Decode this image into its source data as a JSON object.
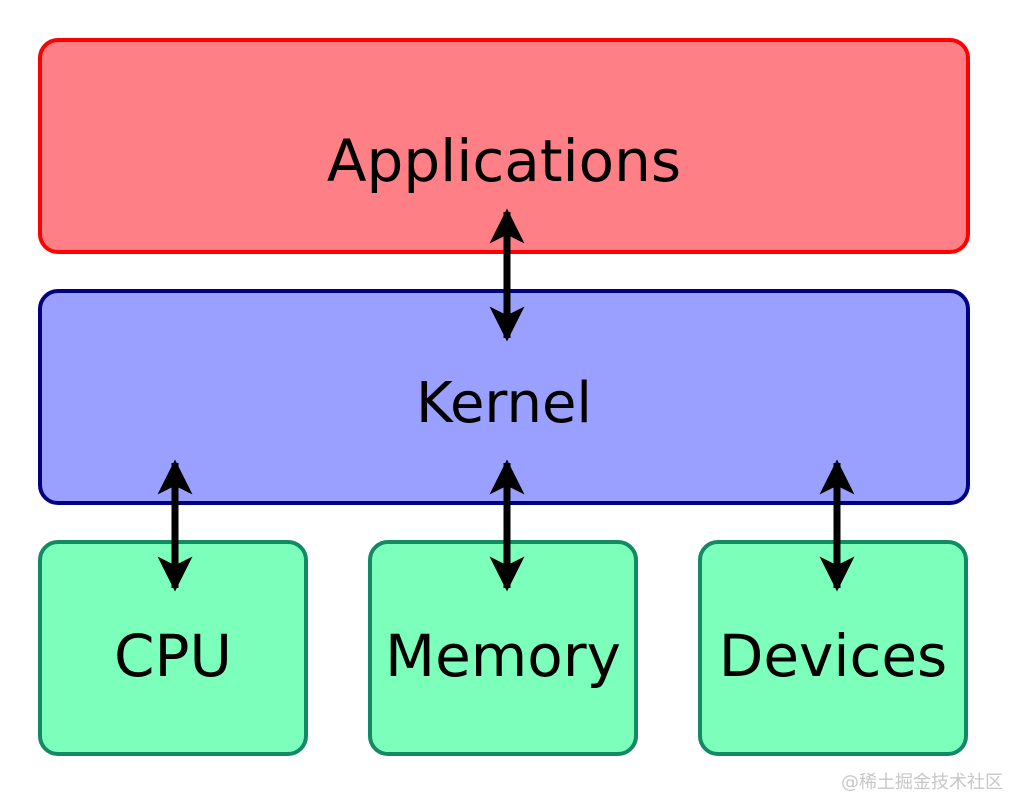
{
  "diagram": {
    "applications": {
      "label": "Applications",
      "fill": "#ff7f86",
      "stroke": "#ff0000"
    },
    "kernel": {
      "label": "Kernel",
      "fill": "#9aa0ff",
      "stroke": "#000080"
    },
    "hardware": {
      "fill": "#7cffba",
      "stroke": "#138a63",
      "items": [
        {
          "label": "CPU"
        },
        {
          "label": "Memory"
        },
        {
          "label": "Devices"
        }
      ]
    },
    "arrow_color": "#000000"
  },
  "watermark": "@稀土掘金技术社区"
}
